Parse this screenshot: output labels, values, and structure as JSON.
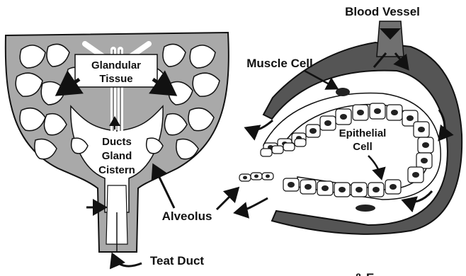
{
  "labels": {
    "glandular_line1": "Glandular",
    "glandular_line2": "Tissue",
    "ducts": "Ducts",
    "gland": "Gland",
    "cistern": "Cistern",
    "alveolus": "Alveolus",
    "teat_duct": "Teat Duct",
    "blood_vessel": "Blood Vessel",
    "muscle_cell": "Muscle Cell",
    "epithelial_line1": "Epithelial",
    "epithelial_line2": "Cell",
    "corner_fragment": "& E"
  },
  "colors": {
    "gland_gray": "#a9a9a9",
    "outline": "#111111",
    "vessel_dark": "#444444",
    "vessel_light": "#707070",
    "cell_fill": "#ffffff",
    "nucleus": "#222222",
    "background": "#ffffff"
  }
}
